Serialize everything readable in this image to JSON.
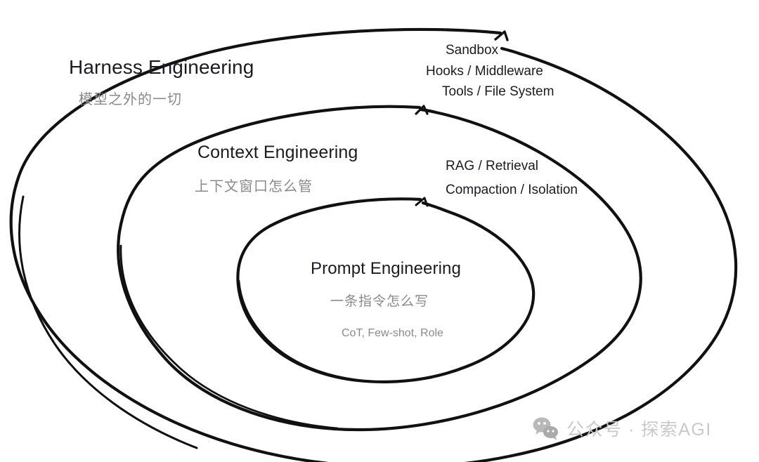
{
  "diagram": {
    "type": "concentric-ellipses",
    "background_color": "#ffffff",
    "stroke_color": "#111111",
    "title_color": "#1b1b24",
    "subtitle_color": "#8a8a8a",
    "layers": [
      {
        "id": "harness",
        "title": "Harness Engineering",
        "subtitle_cn": "模型之外的一切",
        "details": [
          "Sandbox",
          "Hooks / Middleware",
          "Tools / File System"
        ]
      },
      {
        "id": "context",
        "title": "Context Engineering",
        "subtitle_cn": "上下文窗口怎么管",
        "details": [
          "RAG / Retrieval",
          "Compaction / Isolation"
        ]
      },
      {
        "id": "prompt",
        "title": "Prompt Engineering",
        "subtitle_cn": "一条指令怎么写",
        "details": [
          "CoT, Few-shot, Role"
        ]
      }
    ]
  },
  "watermark": {
    "text": "公众号 · 探索AGI",
    "icon": "wechat-icon",
    "color": "#c9c9c9"
  }
}
